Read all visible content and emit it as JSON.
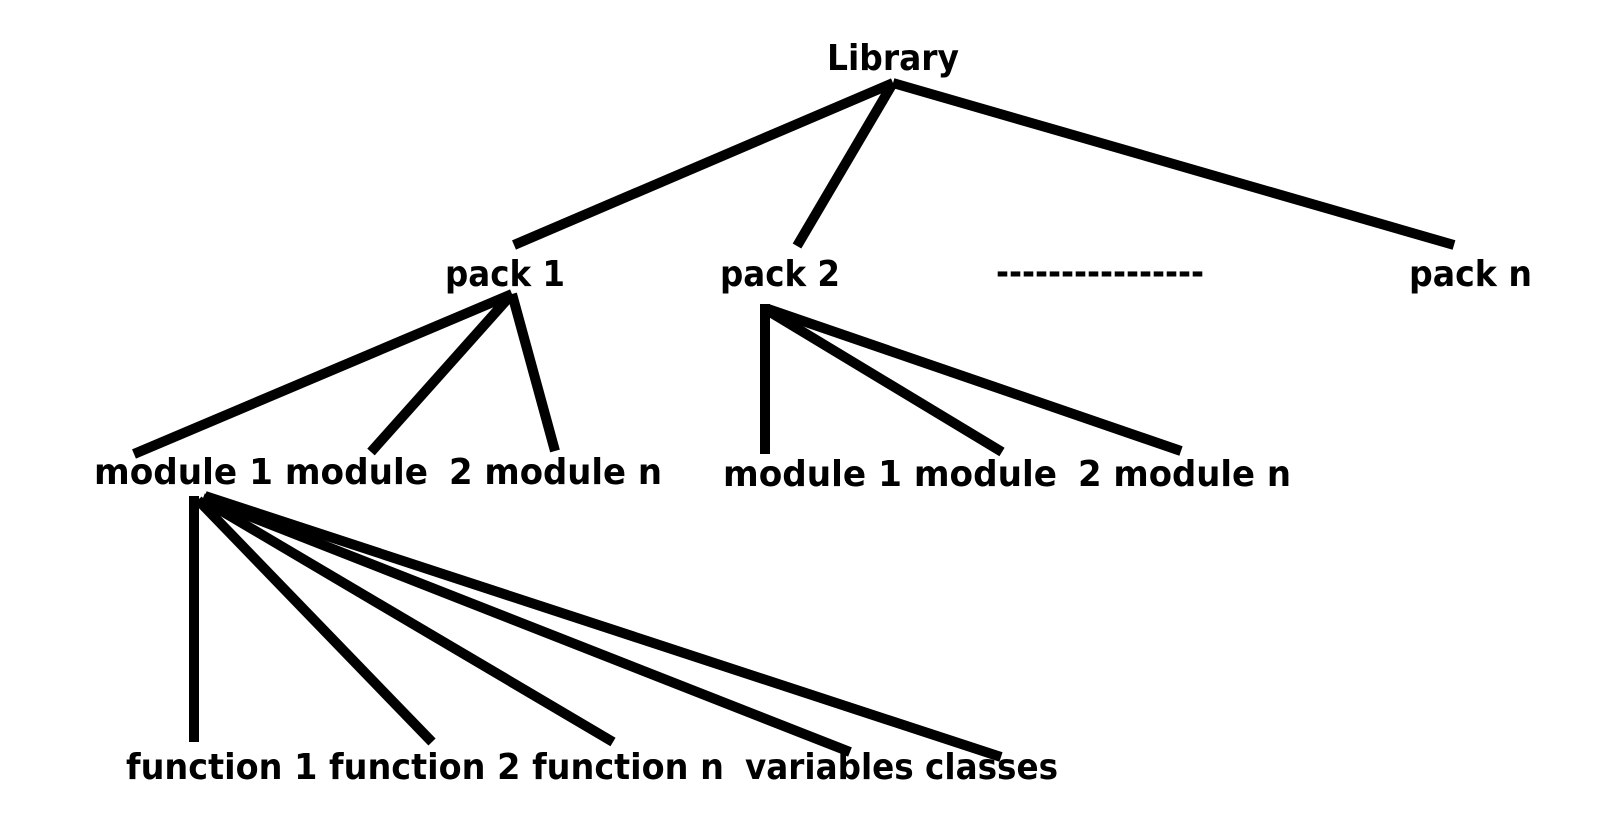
{
  "root": {
    "label": "Library"
  },
  "packs": [
    {
      "label": "pack 1",
      "modules_text": [
        "module 1 module",
        "2 module n"
      ]
    },
    {
      "label": "pack 2",
      "modules_text": [
        "module 1 module",
        "2 module n"
      ]
    },
    {
      "label": "pack n"
    }
  ],
  "ellipsis": "----------------",
  "module_contents_text": [
    "function 1 function 2 function n",
    "variables classes"
  ]
}
